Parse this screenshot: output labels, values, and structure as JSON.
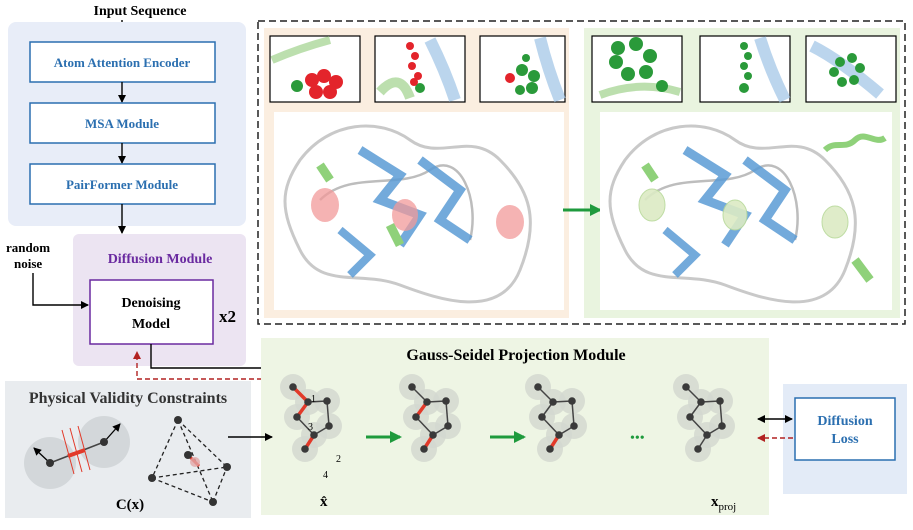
{
  "input_label": "Input Sequence",
  "stack": {
    "atom_encoder": "Atom Attention Encoder",
    "msa": "MSA Module",
    "pairformer": "PairFormer Module"
  },
  "diffusion": {
    "title": "Diffusion Module",
    "noise_line1": "random",
    "noise_line2": "noise",
    "denoise_line1": "Denoising",
    "denoise_line2": "Model",
    "repeat": "x2"
  },
  "gauss": {
    "title": "Gauss-Seidel Projection Module",
    "node_labels": [
      "1",
      "3",
      "2",
      "4"
    ],
    "ellipsis": "•••",
    "x_hat": "x̂",
    "x_proj_base": "x",
    "x_proj_sub": "proj"
  },
  "physical": {
    "title": "Physical Validity Constraints",
    "func_label": "C(x)"
  },
  "loss": {
    "line1": "Diffusion",
    "line2": "Loss"
  },
  "colors": {
    "blue_text": "#2b6fb0",
    "purple_text": "#6a2aa0",
    "stack_bg": "#e8edf8",
    "diffusion_bg": "#ece4f2",
    "gauss_bg": "#eef5e4",
    "physical_bg": "#e9ecef",
    "loss_bg": "#e3ebf7",
    "orange_panel": "#fbeee0",
    "green_panel": "#e9f4df",
    "bond_red": "#e23a2a",
    "arrow_green": "#1e9a3c",
    "dashed_red": "#b22222"
  }
}
